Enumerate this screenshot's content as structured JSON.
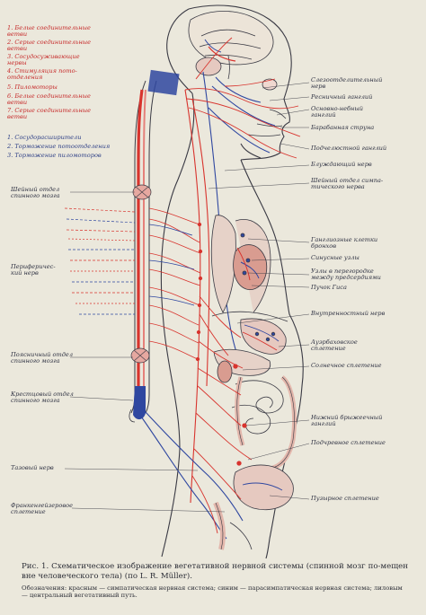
{
  "legend": {
    "red": [
      {
        "n": "1.",
        "text": "Белые соединительные\nветви"
      },
      {
        "n": "2.",
        "text": "Серые соединительные\nветви"
      },
      {
        "n": "3.",
        "text": "Сосудосуживающие\nнервы"
      },
      {
        "n": "4.",
        "text": "Стимуляция пото-\nотделения"
      },
      {
        "n": "5.",
        "text": "Пиломоторы"
      },
      {
        "n": "6.",
        "text": "Белые соединительные\nветви"
      },
      {
        "n": "7.",
        "text": "Серые соединительные\nветви"
      }
    ],
    "blue": [
      {
        "n": "1.",
        "text": "Сосудорасширители"
      },
      {
        "n": "2.",
        "text": "Торможение потоотделения"
      },
      {
        "n": "3.",
        "text": "Торможение пиломоторов"
      }
    ]
  },
  "left_labels": {
    "cervical": "Шейный отдел\nспинного мозга",
    "peripheral": "Периферичес-\nкий нерв",
    "lumbar": "Поясничный отдел\nспинного мозга",
    "sacral": "Крестцовый отдел\nспинного мозга",
    "pelvic": "Тазовый нерв",
    "frankenhauser": "Франкенгейзеровое\nсплетение"
  },
  "right_labels": {
    "l01": "Слезоотделительный\nнерв",
    "l02": "Ресничный ганглий",
    "l03": "Основно-небный\nганглий",
    "l04": "Барабанная струна",
    "l05": "Подчелюстной ганглий",
    "l06": "Блуждающий нерв",
    "l07": "Шейный отдел симпа-\nтического нерва",
    "l08": "Ганглиозные клетки\nбронхов",
    "l09": "Синусные узлы",
    "l10": "Узлы в перегородке\nмежду предсердиями",
    "l11": "Пучок Гиса",
    "l12": "Внутренностный нерв",
    "l13": "Ауэрбаховское\nсплетение",
    "l14": "Солнечное сплетение",
    "l15": "Нижний брыжеечный\nганглий",
    "l16": "Подчревное сплетение",
    "l17": "Пузырное сплетение"
  },
  "caption": {
    "main": "Рис. 1. Схематическое изображение вегетативной нервной системы (спинной мозг по-мещен вне человеческого тела) (по L. R. Müller).",
    "legend": "Обозначения: красным — симпатическая нервная система; синим — парасимпатическая нервная система; лиловым — центральный вегетативный путь."
  },
  "colors": {
    "paper": "#ebe8dc",
    "sympathetic": "#d8342e",
    "parasympathetic": "#2f47a0",
    "central": "#7e4fa0",
    "outline": "#3a3a44",
    "organ_fill": "#e6c9c0"
  }
}
